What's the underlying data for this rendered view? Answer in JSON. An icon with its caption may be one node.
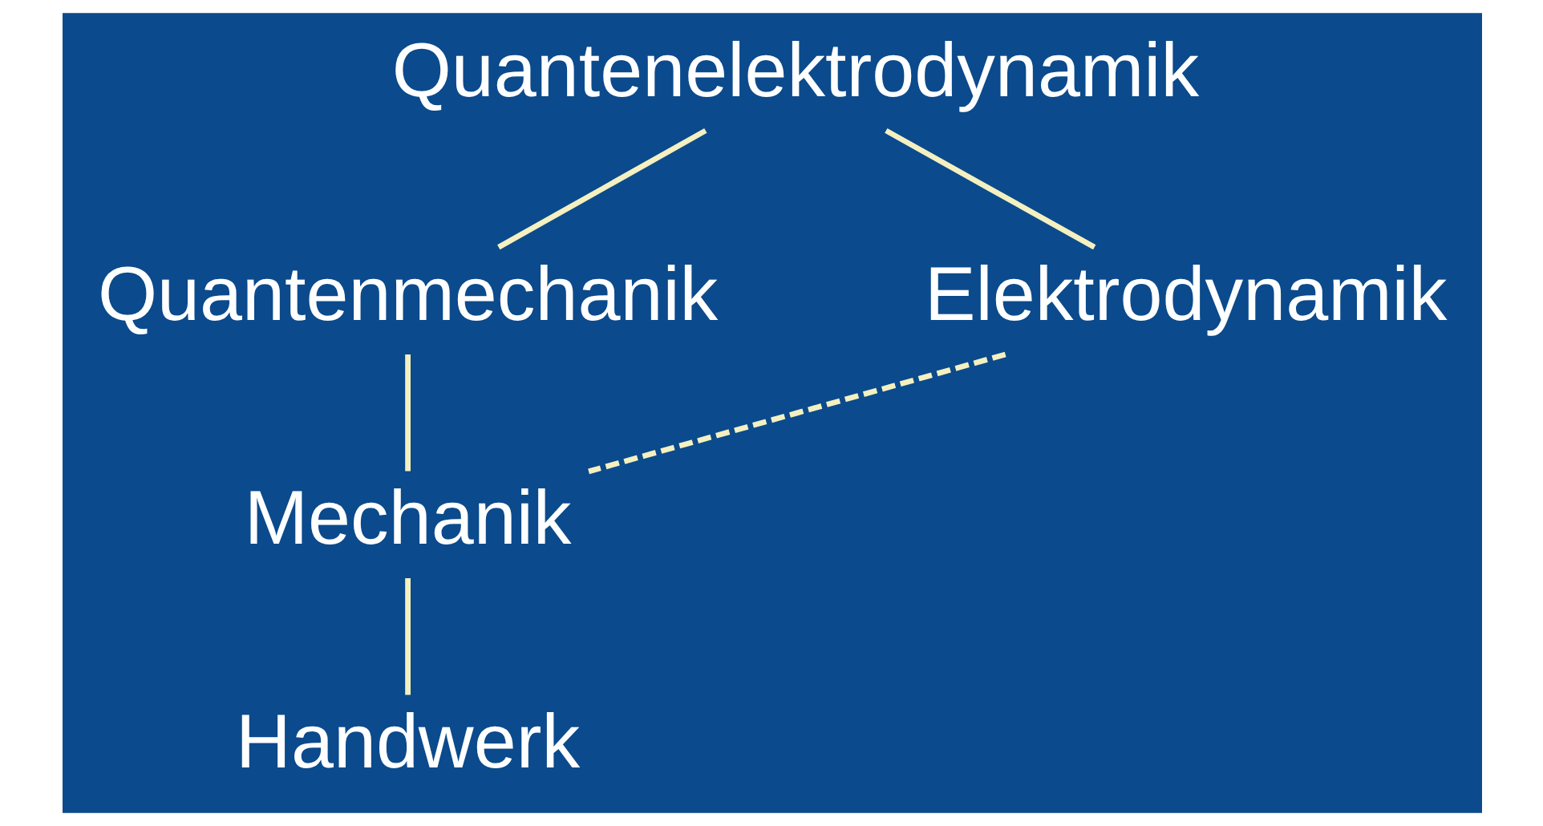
{
  "diagram": {
    "nodes": [
      {
        "text": [
          "Quantenelektrodynamik"
        ]
      },
      {
        "text": [
          "Quantenmechanik"
        ]
      },
      {
        "text": [
          "Elektrodynamik"
        ]
      },
      {
        "text": [
          "Mechanik"
        ]
      },
      {
        "text": [
          "Handwerk"
        ]
      }
    ],
    "edges": [
      {
        "from": 0,
        "to": 1,
        "arrow": "none"
      },
      {
        "from": 0,
        "to": 2,
        "arrow": "none"
      },
      {
        "from": 1,
        "to": 3,
        "arrow": "none"
      },
      {
        "from": 2,
        "to": 3,
        "arrow": "none",
        "style": "dashed"
      },
      {
        "from": 3,
        "to": 4,
        "arrow": "none"
      }
    ]
  }
}
